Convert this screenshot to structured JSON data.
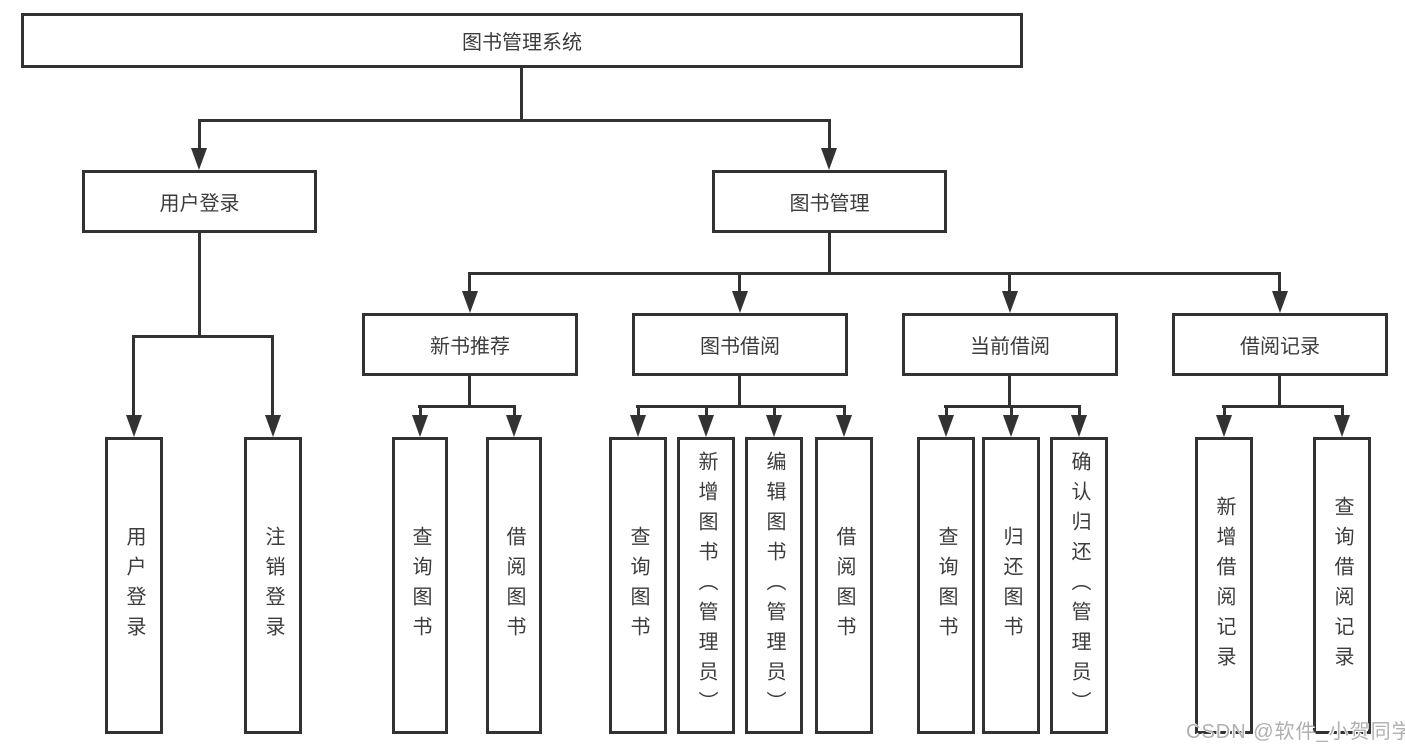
{
  "tree": {
    "root": {
      "label": "图书管理系统",
      "children": [
        {
          "label": "用户登录",
          "children": [
            {
              "label": "用户登录"
            },
            {
              "label": "注销登录"
            }
          ]
        },
        {
          "label": "图书管理",
          "children": [
            {
              "label": "新书推荐",
              "children": [
                {
                  "label": "查询图书"
                },
                {
                  "label": "借阅图书"
                }
              ]
            },
            {
              "label": "图书借阅",
              "children": [
                {
                  "label": "查询图书"
                },
                {
                  "label": "新增图书（管理员）"
                },
                {
                  "label": "编辑图书（管理员）"
                },
                {
                  "label": "借阅图书"
                }
              ]
            },
            {
              "label": "当前借阅",
              "children": [
                {
                  "label": "查询图书"
                },
                {
                  "label": "归还图书"
                },
                {
                  "label": "确认归还（管理员）"
                }
              ]
            },
            {
              "label": "借阅记录",
              "children": [
                {
                  "label": "新增借阅记录"
                },
                {
                  "label": "查询借阅记录"
                }
              ]
            }
          ]
        }
      ]
    }
  },
  "watermark": {
    "text": "CSDN @软件_小贺同学"
  },
  "colors": {
    "line": "#323232",
    "text": "#3c3c3c",
    "watermark": "#b0b0b0",
    "background": "#ffffff"
  }
}
